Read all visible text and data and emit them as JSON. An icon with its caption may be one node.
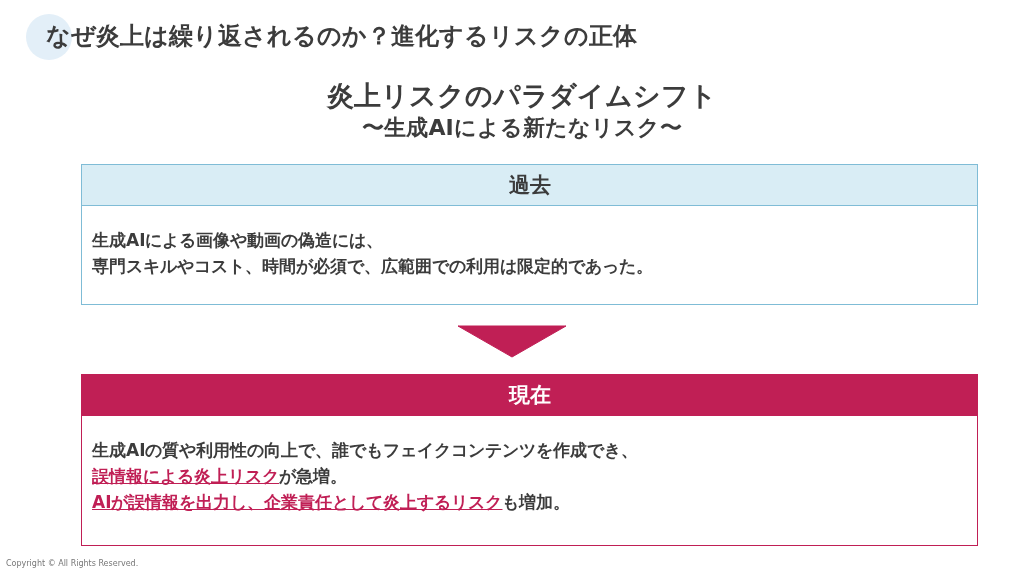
{
  "diagram": {
    "title": "なぜ炎上は繰り返されるのか？進化するリスクの正体",
    "nodes": [
      {
        "text": [
          "過去",
          "生成AIによる画像や動画の偽造には、専門スキルやコスト、時間が必須で、広範囲での利用は限定的であった。"
        ]
      },
      {
        "text": [
          "現在",
          "生成AIの質や利用性の向上で、誰でもフェイクコンテンツを作成でき、**誤情報による炎上リスク**が急増。**AIが誤情報を出力し、企業責任として炎上するリスク**も増加。"
        ]
      }
    ],
    "edges": [
      {
        "from": 0,
        "to": 1,
        "arrow": "to"
      }
    ],
    "labels": [
      "炎上リスクのパラダイムシフト",
      "〜生成AIによる新たなリスク〜",
      "Copyright © All Rights Reserved."
    ]
  }
}
